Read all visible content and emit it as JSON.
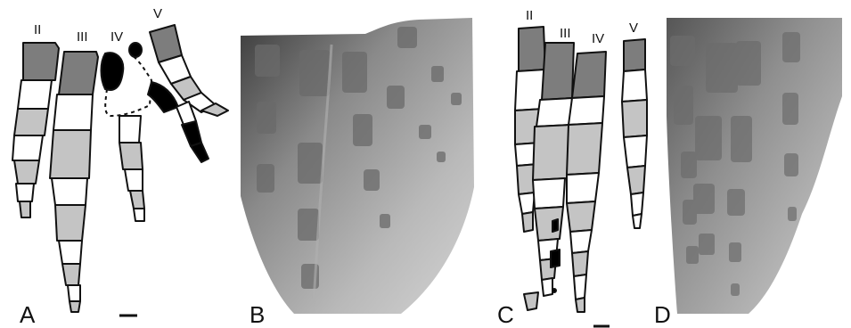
{
  "panels": [
    {
      "letter": "A"
    },
    {
      "letter": "B"
    },
    {
      "letter": "C"
    },
    {
      "letter": "D"
    }
  ],
  "digit_labels_a": [
    "II",
    "III",
    "IV",
    "V"
  ],
  "digit_labels_c": [
    "II",
    "III",
    "IV",
    "V"
  ],
  "scale_bar": "",
  "colors": {
    "dark_phalanx": "#7d7d7d",
    "light_phalanx": "#c4c4c4",
    "unshaded": "#ffffff",
    "black_element": "#000000",
    "xray_dark": "#3a3a3a",
    "xray_light": "#e8e8e8"
  }
}
